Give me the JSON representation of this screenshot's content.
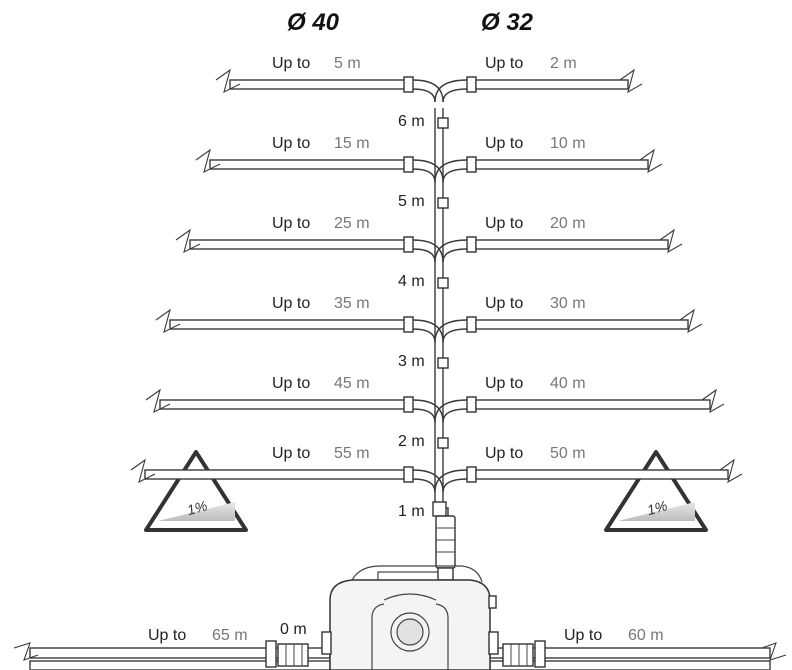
{
  "headers": {
    "left_diameter": "Ø 40",
    "right_diameter": "Ø 32"
  },
  "length_prefix": "Up to",
  "levels": [
    {
      "height": "6 m",
      "left_len": "5 m",
      "right_len": "2 m"
    },
    {
      "height": "5 m",
      "left_len": "15 m",
      "right_len": "10 m"
    },
    {
      "height": "4 m",
      "left_len": "25 m",
      "right_len": "20 m"
    },
    {
      "height": "3 m",
      "left_len": "35 m",
      "right_len": "30 m"
    },
    {
      "height": "2 m",
      "left_len": "45 m",
      "right_len": "40 m"
    },
    {
      "height": "1 m",
      "left_len": "55 m",
      "right_len": "50 m"
    }
  ],
  "ground": {
    "height": "0 m",
    "left_len": "65 m",
    "right_len": "60 m"
  },
  "slope_signs": {
    "left": "1%",
    "right": "1%"
  }
}
